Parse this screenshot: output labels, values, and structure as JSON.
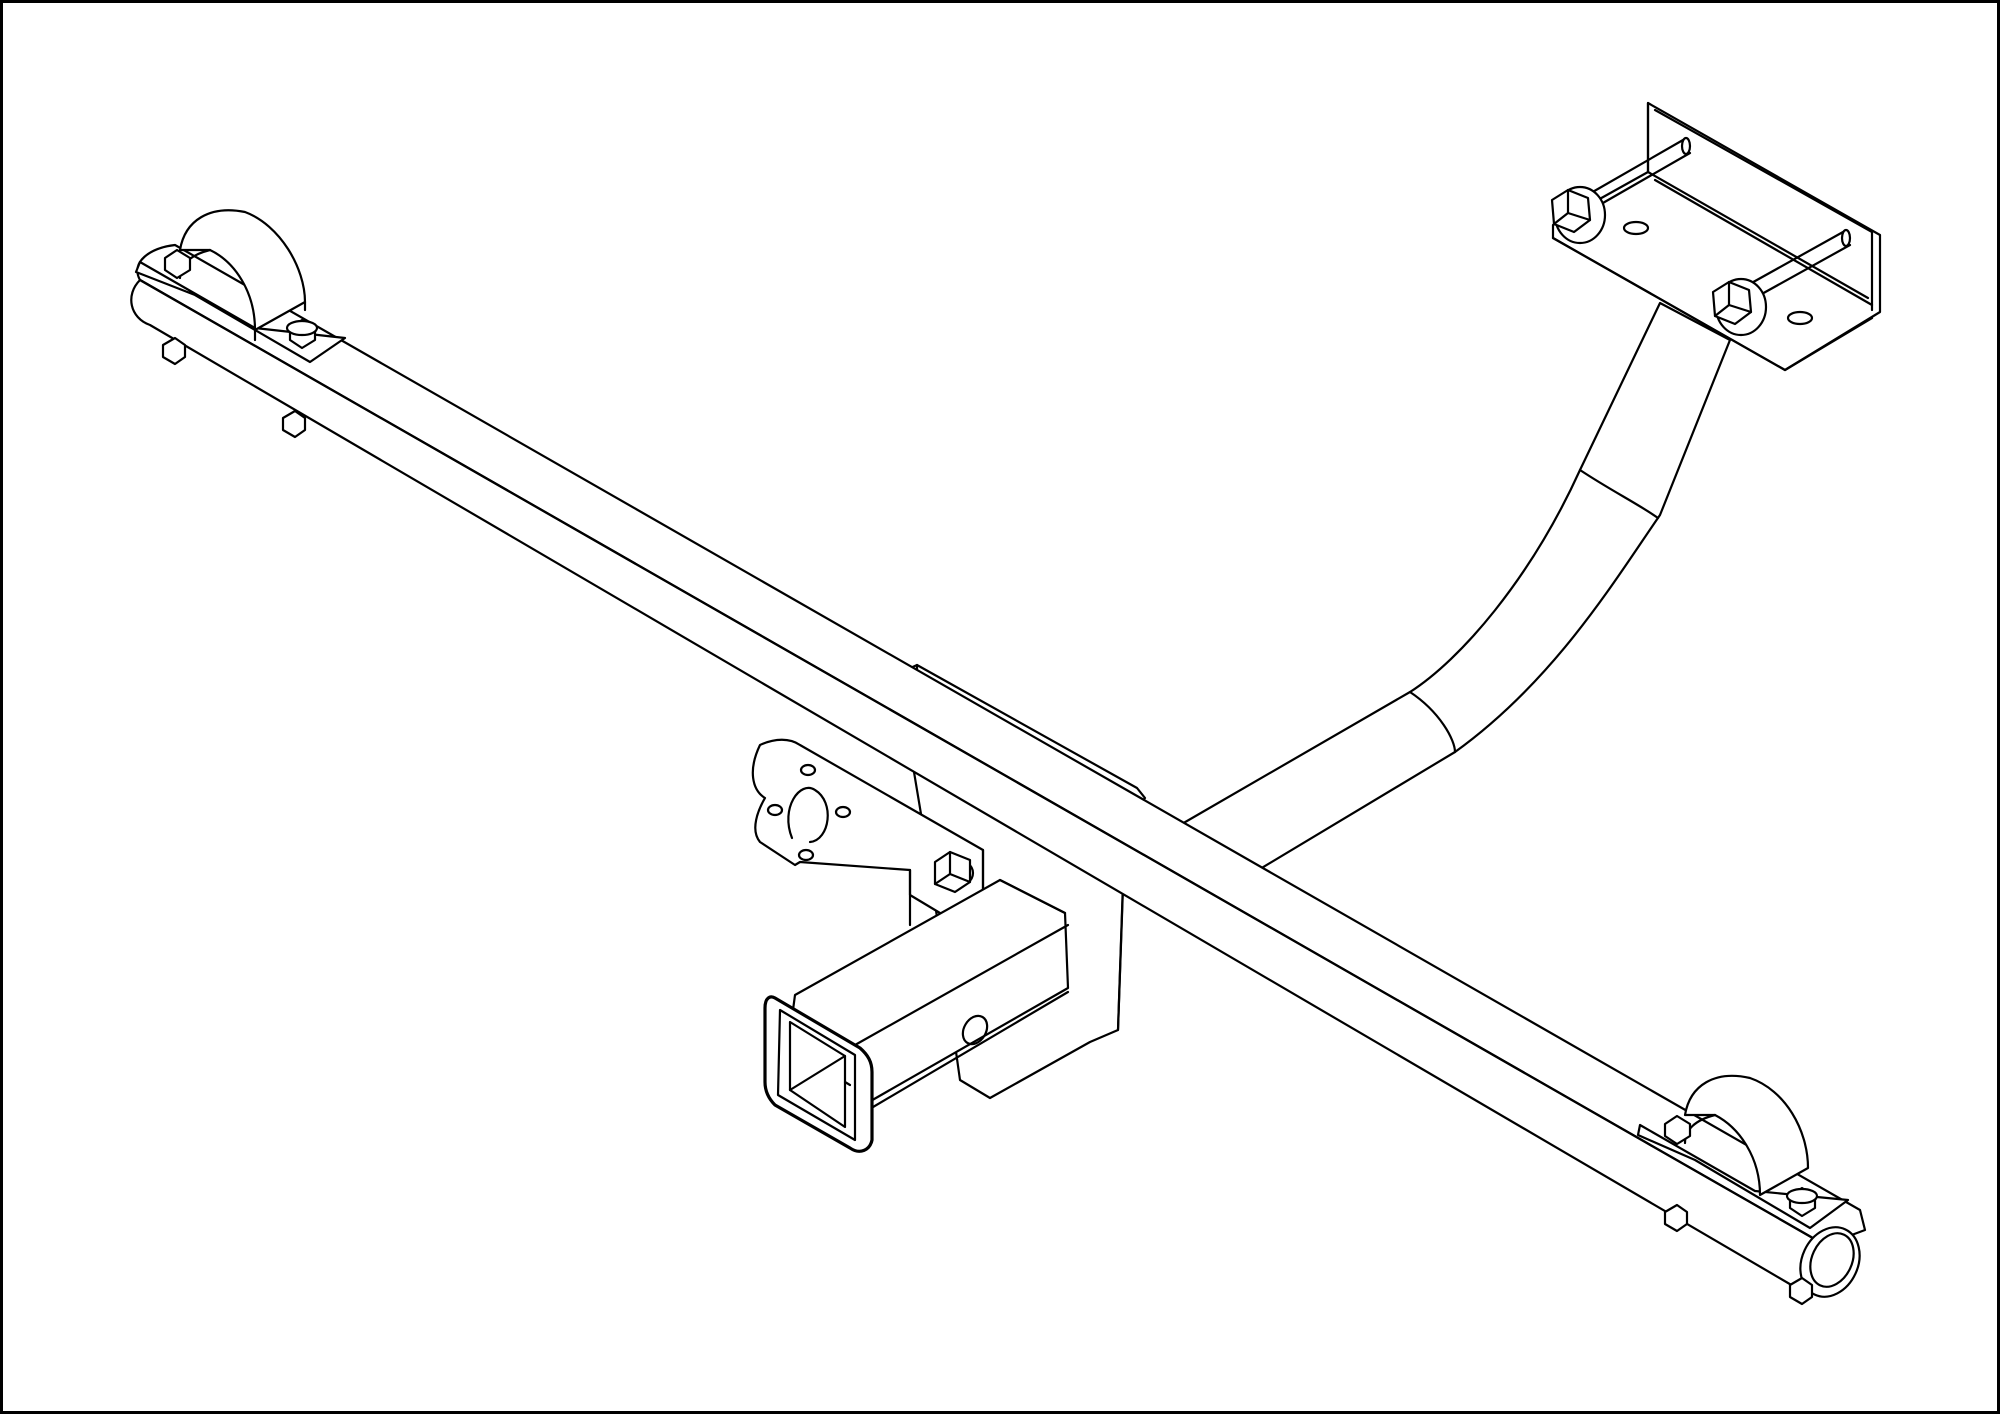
{
  "drawing": {
    "subject": "tow-hitch-receiver-assembly",
    "style": "isometric-line-art",
    "colors": {
      "stroke": "#000000",
      "background": "#ffffff",
      "frame": "#000000"
    },
    "components": [
      "main-crossbar",
      "left-mounting-clamp",
      "right-mounting-clamp",
      "bent-support-arm",
      "top-mounting-bracket",
      "hitch-receiver-tube",
      "wiring-plate",
      "center-mounting-plate"
    ]
  }
}
